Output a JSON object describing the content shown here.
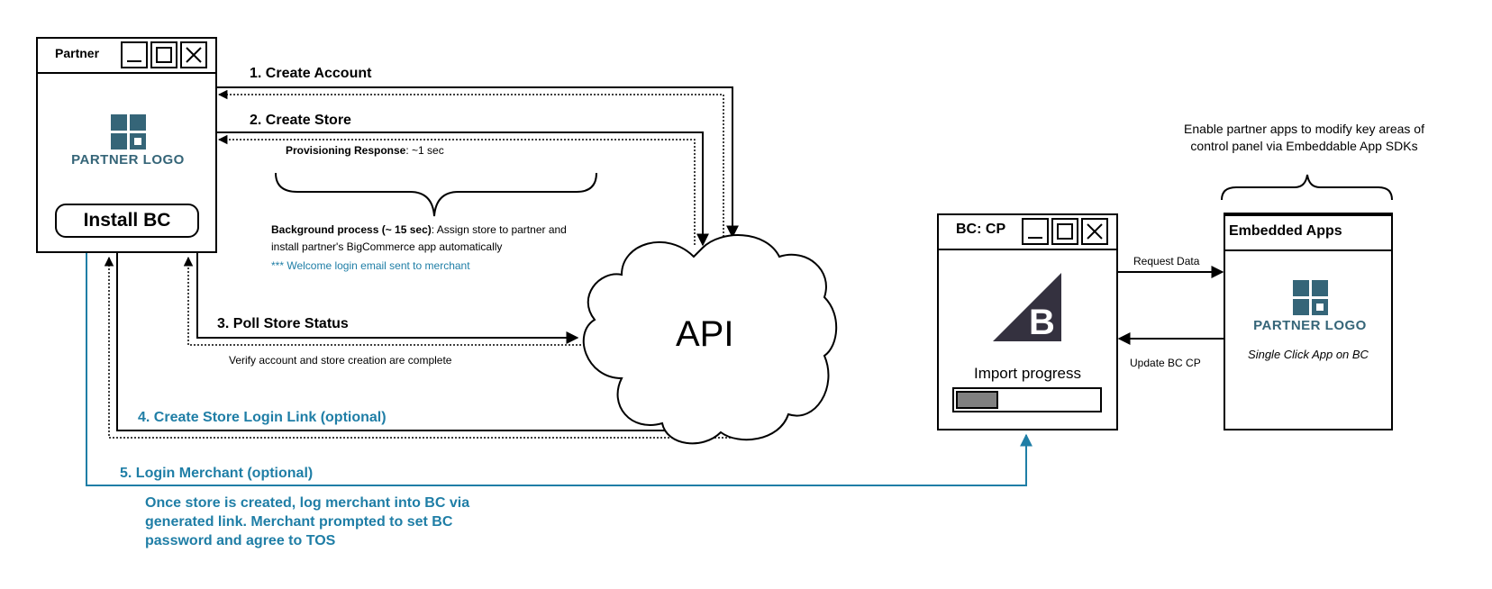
{
  "partner_window": {
    "title": "Partner",
    "logo_text": "PARTNER LOGO",
    "install_button": "Install BC",
    "controls": [
      "minimize-icon",
      "maximize-icon",
      "close-icon"
    ]
  },
  "steps": {
    "s1": "1. Create Account",
    "s2": "2. Create Store",
    "s3": "3. Poll Store Status",
    "s4": "4. Create Store Login Link (optional)",
    "s5": "5. Login Merchant (optional)"
  },
  "notes": {
    "provisioning_label": "Provisioning Response",
    "provisioning_value": ": ~1 sec",
    "background_label": "Background process (~ 15 sec)",
    "background_line1_rest": ": Assign store to partner and",
    "background_line2": "install partner's BigCommerce app automatically",
    "welcome_email": "*** Welcome login email sent to merchant",
    "verify": "Verify account and store creation are complete",
    "login_desc_1": "Once store is created, log merchant into BC via",
    "login_desc_2": "generated link. Merchant prompted to set BC",
    "login_desc_3": "password and agree to TOS",
    "embed_desc_1": "Enable partner apps to modify key areas of",
    "embed_desc_2": "control panel via Embeddable App SDKs"
  },
  "api": {
    "label": "API"
  },
  "bc_window": {
    "title": "BC: CP",
    "progress_label": "Import progress",
    "progress_fraction": 0.3,
    "controls": [
      "minimize-icon",
      "maximize-icon",
      "close-icon"
    ]
  },
  "embedded_window": {
    "title": "Embedded Apps",
    "logo_text": "PARTNER LOGO",
    "caption": "Single Click App on BC"
  },
  "edges": {
    "request_data": "Request Data",
    "update_bc_cp": "Update BC CP"
  },
  "colors": {
    "teal": "#1f7ea6",
    "logo": "#356578",
    "bc_logo": "#34313f",
    "progress_fill": "#808080"
  }
}
